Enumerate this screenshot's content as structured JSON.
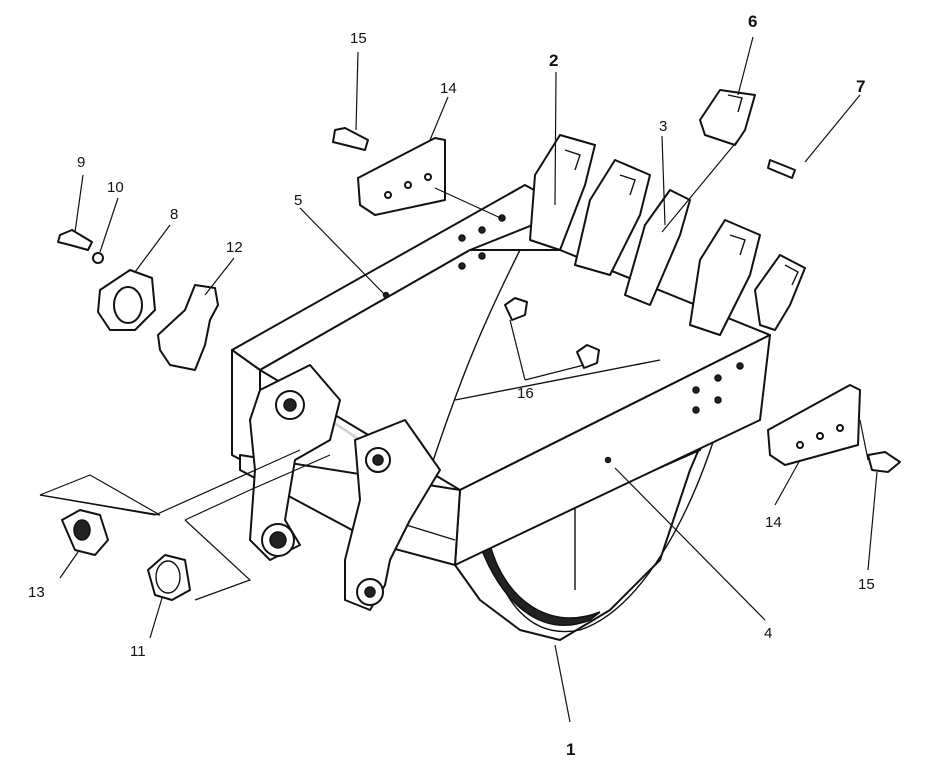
{
  "callouts": {
    "c1": "1",
    "c2": "2",
    "c3": "3",
    "c4": "4",
    "c5": "5",
    "c6": "6",
    "c7": "7",
    "c8": "8",
    "c9": "9",
    "c10": "10",
    "c11": "11",
    "c12": "12",
    "c13": "13",
    "c14a": "14",
    "c14b": "14",
    "c15a": "15",
    "c15b": "15",
    "c16": "16"
  }
}
